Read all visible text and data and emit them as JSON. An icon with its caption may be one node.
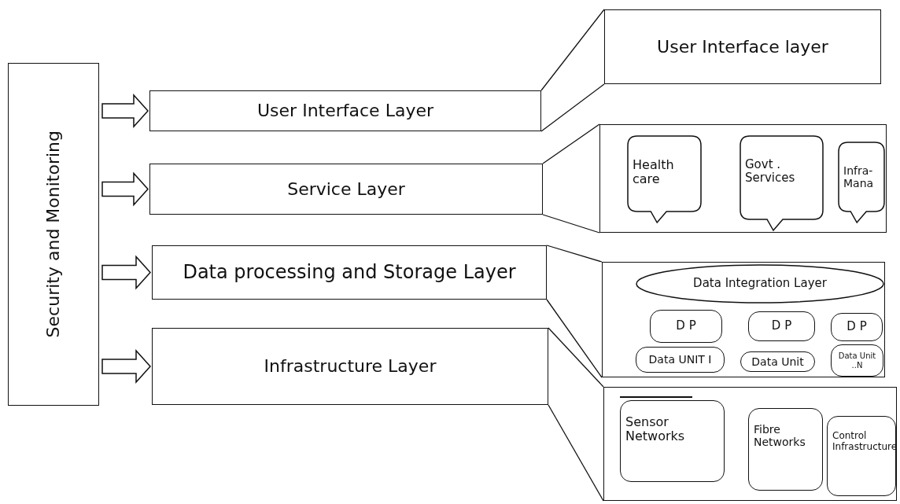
{
  "diagram": {
    "nodes": [
      {
        "text": [
          "Security and Monitoring"
        ]
      },
      {
        "text": [
          "User Interface Layer"
        ]
      },
      {
        "text": [
          "Service Layer"
        ]
      },
      {
        "text": [
          "Data processing and Storage Layer"
        ]
      },
      {
        "text": [
          "Infrastructure Layer"
        ]
      },
      {
        "text": [
          "User Interface layer"
        ]
      },
      {
        "text": [],
        "shape": "box"
      },
      {
        "text": [
          "Health care"
        ],
        "in": 6
      },
      {
        "text": [
          "Govt . Services"
        ],
        "in": 6
      },
      {
        "text": [
          "Infra- Mana"
        ],
        "in": 6
      },
      {
        "text": [],
        "shape": "box"
      },
      {
        "text": [
          "Data Integration Layer"
        ],
        "in": 10
      },
      {
        "text": [
          "D P"
        ],
        "in": 10
      },
      {
        "text": [
          "D P"
        ],
        "in": 10
      },
      {
        "text": [
          "D P"
        ],
        "in": 10
      },
      {
        "text": [
          "Data UNIT I"
        ],
        "in": 10
      },
      {
        "text": [
          "Data Unit"
        ],
        "in": 10
      },
      {
        "text": [
          "Data Unit ..N"
        ],
        "in": 10
      },
      {
        "text": [],
        "shape": "box"
      },
      {
        "text": [
          "Sensor Networks"
        ],
        "in": 18
      },
      {
        "text": [
          "Fibre Networks"
        ],
        "in": 18
      },
      {
        "text": [
          "Control Infrastructure"
        ],
        "in": 18
      }
    ],
    "edges": [
      {
        "from": 0,
        "to": 1,
        "arrow": "to",
        "style": "thick"
      },
      {
        "from": 0,
        "to": 2,
        "arrow": "to",
        "style": "thick"
      },
      {
        "from": 0,
        "to": 3,
        "arrow": "to",
        "style": "thick"
      },
      {
        "from": 0,
        "to": 4,
        "arrow": "to",
        "style": "thick"
      },
      {
        "from": 1,
        "to": 5,
        "arrow": "none"
      },
      {
        "from": 1,
        "to": 5,
        "arrow": "none"
      },
      {
        "from": 2,
        "to": 6,
        "arrow": "none"
      },
      {
        "from": 2,
        "to": 6,
        "arrow": "none"
      },
      {
        "from": 3,
        "to": 10,
        "arrow": "none"
      },
      {
        "from": 3,
        "to": 10,
        "arrow": "none"
      },
      {
        "from": 4,
        "to": 18,
        "arrow": "none"
      },
      {
        "from": 4,
        "to": 18,
        "arrow": "none"
      }
    ]
  }
}
